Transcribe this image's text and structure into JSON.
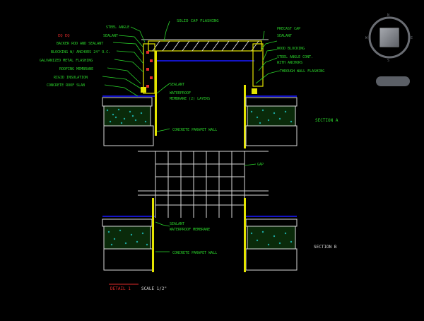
{
  "app": {
    "viewport_label": "CAD drawing viewport"
  },
  "colors": {
    "background": "#000000",
    "dim_yellow": "#e4e400",
    "leader_green": "#2bd42b",
    "label_red": "#e02a2a",
    "slab_blue": "#1414c8",
    "hatch_cyan": "#20c8c8",
    "frame_white": "#d8d8d8",
    "viewcube_gray": "#6a6d73"
  },
  "viewcube": {
    "face_label": "",
    "compass": [
      "N",
      "E",
      "S",
      "W"
    ]
  },
  "navbar": {
    "label": ""
  },
  "drawing": {
    "top_label": "SOLID CAP FLASHING",
    "left_labels": [
      "STEEL ANGLE",
      "SEALANT",
      "BACKER ROD AND SEALANT",
      "BLOCKING W/ ANCHORS 24\" O.C.",
      "GALVANIZED METAL FLASHING",
      "ROOFING MEMBRANE",
      "RIGID INSULATION",
      "CONCRETE ROOF SLAB"
    ],
    "left_red_label": "EQ   EQ",
    "right_labels": [
      "PRECAST CAP",
      "SEALANT",
      "WOOD BLOCKING",
      "STEEL ANGLE CONT.",
      "WITH ANCHORS",
      "THROUGH WALL FLASHING"
    ],
    "center_labels_top": [
      "SEALANT",
      "WATERPROOF",
      "MEMBRANE  (2) LAYERS"
    ],
    "center_bottom_top": "CONCRETE PARAPET WALL",
    "gap_label": "GAP",
    "center_labels_lower": [
      "SEALANT",
      "WATERPROOF MEMBRANE"
    ],
    "center_bottom_lower": "CONCRETE PARAPET WALL",
    "section_a": "SECTION A",
    "section_b": "SECTION B",
    "detail_title": "DETAIL  1",
    "detail_scale": "SCALE 1/2\""
  }
}
